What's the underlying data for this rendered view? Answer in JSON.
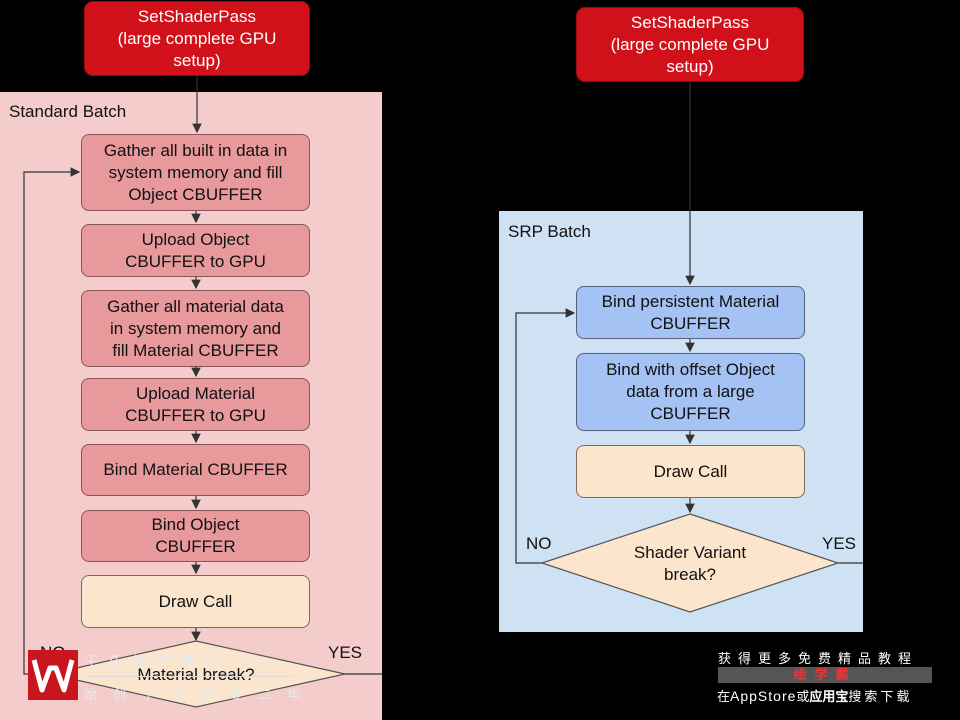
{
  "left": {
    "top_node": "SetShaderPass\n(large complete GPU\nsetup)",
    "panel_label": "Standard Batch",
    "steps": [
      "Gather all built in data in\nsystem memory and fill\nObject CBUFFER",
      "Upload Object\nCBUFFER to GPU",
      "Gather all material data\nin system memory and\nfill Material CBUFFER",
      "Upload Material\nCBUFFER to GPU",
      "Bind Material CBUFFER",
      "Bind Object\nCBUFFER",
      "Draw Call"
    ],
    "decision": "Material break?",
    "no_label": "NO",
    "yes_label": "YES"
  },
  "right": {
    "top_node": "SetShaderPass\n(large complete GPU\nsetup)",
    "panel_label": "SRP Batch",
    "steps": [
      "Bind persistent Material\nCBUFFER",
      "Bind with offset Object\ndata from a large\nCBUFFER",
      "Draw Call"
    ],
    "decision": "Shader Variant\nbreak?",
    "no_label": "NO",
    "yes_label": "YES"
  },
  "watermark": {
    "line1": "王氏教育集团",
    "line1_suffix": "1986",
    "line2": "始创于二零零二年"
  },
  "promo": {
    "line1": "获得更多免费精品教程",
    "brand": "绘学霸",
    "line3_prefix": "在",
    "line3_app1": "AppStore",
    "line3_mid": "或",
    "line3_app2": "应用宝",
    "line3_suffix": "搜索下载"
  },
  "colors": {
    "top_node_red": "#d0111a",
    "standard_panel_bg": "#f4cccc",
    "srp_panel_bg": "#cfe2f3",
    "step_pink": "#e8999c",
    "step_blue": "#a4c2f4",
    "draw_call_cream": "#fce5cd"
  }
}
